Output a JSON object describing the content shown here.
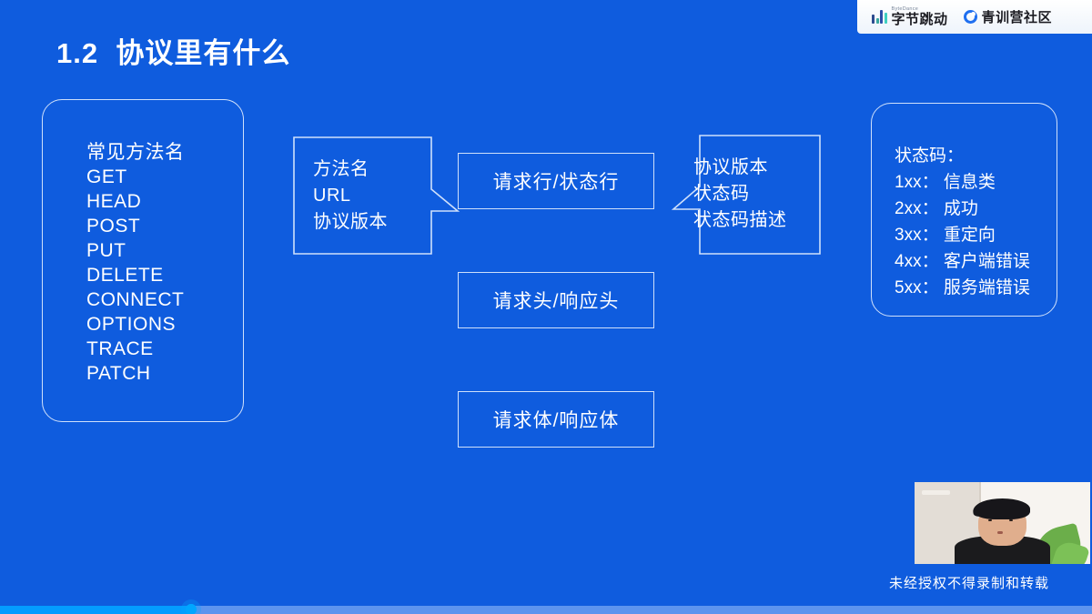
{
  "slide": {
    "title": "1.2  协议里有什么",
    "background_color": "#0f5cde",
    "border_color": "#cfe0fb",
    "text_color": "#ffffff"
  },
  "brand": {
    "bytedance_sub": "ByteDance",
    "bytedance_name": "字节跳动",
    "community_name": "青训营社区",
    "accent_color": "#1f6ff0"
  },
  "methods_box": {
    "heading": "常见方法名",
    "items": [
      "GET",
      "HEAD",
      "POST",
      "PUT",
      "DELETE",
      "CONNECT",
      "OPTIONS",
      "TRACE",
      "PATCH"
    ],
    "text": "常见方法名\nGET\nHEAD\nPOST\nPUT\nDELETE\nCONNECT\nOPTIONS\nTRACE\nPATCH"
  },
  "callout_left": {
    "lines": [
      "方法名",
      "URL",
      "协议版本"
    ],
    "text": "方法名\nURL\n协议版本"
  },
  "callout_right": {
    "lines": [
      "协议版本",
      "状态码",
      "状态码描述"
    ],
    "text": "协议版本\n状态码\n状态码描述"
  },
  "center_boxes": [
    {
      "label": "请求行/状态行"
    },
    {
      "label": "请求头/响应头"
    },
    {
      "label": "请求体/响应体"
    }
  ],
  "status_box": {
    "heading": "状态码：",
    "rows": [
      {
        "code": "1xx",
        "desc": "信息类"
      },
      {
        "code": "2xx",
        "desc": "成功"
      },
      {
        "code": "3xx",
        "desc": "重定向"
      },
      {
        "code": "4xx",
        "desc": "客户端错误"
      },
      {
        "code": "5xx",
        "desc": "服务端错误"
      }
    ],
    "text": "状态码：\n1xx： 信息类\n2xx： 成功\n3xx： 重定向\n4xx： 客户端错误\n5xx： 服务端错误"
  },
  "webcam": {
    "caption": "未经授权不得录制和转载"
  },
  "player": {
    "progress_percent": 17.5,
    "fill_color": "#049cff",
    "track_color": "#5d94ee"
  }
}
